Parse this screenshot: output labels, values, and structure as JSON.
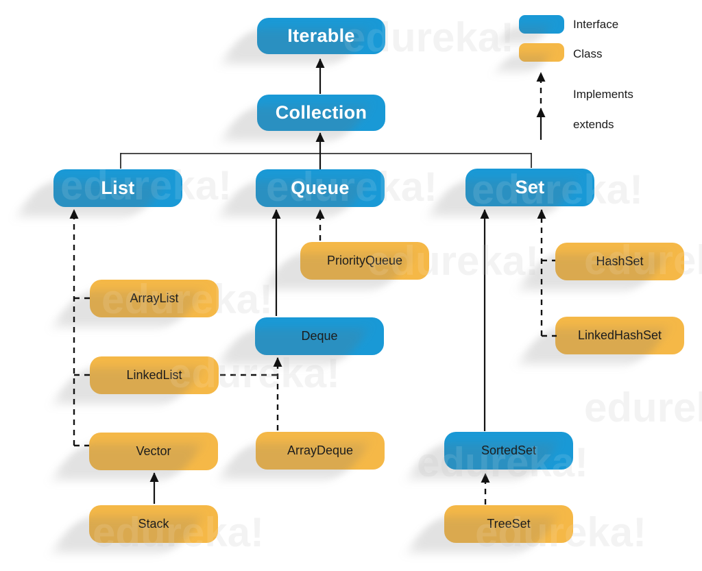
{
  "watermark": "edureka!",
  "colors": {
    "interface": "#1999D6",
    "class": "#F5B847",
    "line": "#111111"
  },
  "legend": {
    "interface": "Interface",
    "class": "Class",
    "implements": "Implements",
    "extends": "extends"
  },
  "nodes": {
    "iterable": {
      "label": "Iterable",
      "kind": "interface"
    },
    "collection": {
      "label": "Collection",
      "kind": "interface"
    },
    "list": {
      "label": "List",
      "kind": "interface"
    },
    "queue": {
      "label": "Queue",
      "kind": "interface"
    },
    "set": {
      "label": "Set",
      "kind": "interface"
    },
    "priorityqueue": {
      "label": "PriorityQueue",
      "kind": "class"
    },
    "arraylist": {
      "label": "ArrayList",
      "kind": "class"
    },
    "deque": {
      "label": "Deque",
      "kind": "interface"
    },
    "linkedlist": {
      "label": "LinkedList",
      "kind": "class"
    },
    "hashset": {
      "label": "HashSet",
      "kind": "class"
    },
    "linkedhashset": {
      "label": "LinkedHashSet",
      "kind": "class"
    },
    "vector": {
      "label": "Vector",
      "kind": "class"
    },
    "arraydeque": {
      "label": "ArrayDeque",
      "kind": "class"
    },
    "sortedset": {
      "label": "SortedSet",
      "kind": "interface"
    },
    "stack": {
      "label": "Stack",
      "kind": "class"
    },
    "treeset": {
      "label": "TreeSet",
      "kind": "class"
    }
  },
  "edges": [
    {
      "from": "Collection",
      "to": "Iterable",
      "type": "extends"
    },
    {
      "from": "List",
      "to": "Collection",
      "type": "extends"
    },
    {
      "from": "Queue",
      "to": "Collection",
      "type": "extends"
    },
    {
      "from": "Set",
      "to": "Collection",
      "type": "extends"
    },
    {
      "from": "ArrayList",
      "to": "List",
      "type": "implements"
    },
    {
      "from": "LinkedList",
      "to": "List",
      "type": "implements"
    },
    {
      "from": "Vector",
      "to": "List",
      "type": "implements"
    },
    {
      "from": "Stack",
      "to": "Vector",
      "type": "extends"
    },
    {
      "from": "PriorityQueue",
      "to": "Queue",
      "type": "implements"
    },
    {
      "from": "Deque",
      "to": "Queue",
      "type": "extends"
    },
    {
      "from": "LinkedList",
      "to": "Deque",
      "type": "implements"
    },
    {
      "from": "ArrayDeque",
      "to": "Deque",
      "type": "implements"
    },
    {
      "from": "HashSet",
      "to": "Set",
      "type": "implements"
    },
    {
      "from": "LinkedHashSet",
      "to": "Set",
      "type": "implements"
    },
    {
      "from": "SortedSet",
      "to": "Set",
      "type": "extends"
    },
    {
      "from": "TreeSet",
      "to": "SortedSet",
      "type": "implements"
    }
  ]
}
